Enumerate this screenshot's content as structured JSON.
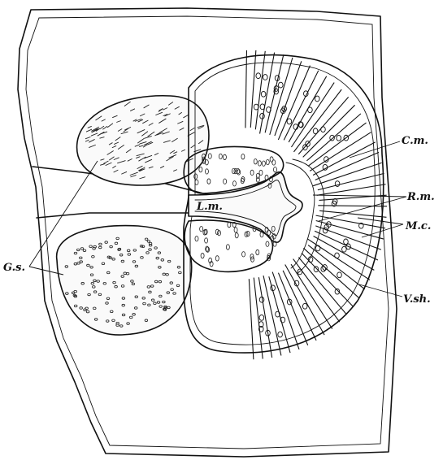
{
  "labels": {
    "cm": "C.m.",
    "rm": "R.m.",
    "mc": "M.c.",
    "vsh": "V.sh.",
    "lm": "L.m.",
    "gs": "G.s."
  }
}
